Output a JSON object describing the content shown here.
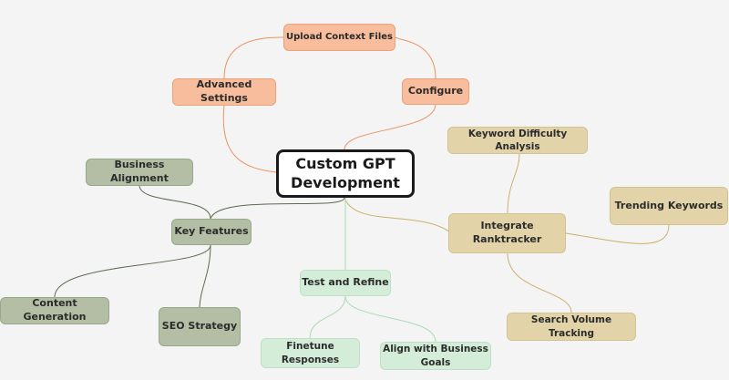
{
  "root": {
    "label": "Custom GPT\nDevelopment"
  },
  "nodes": {
    "upload_context": "Upload Context Files",
    "advanced_settings": "Advanced Settings",
    "configure": "Configure",
    "keyword_difficulty": "Keyword Difficulty Analysis",
    "trending_keywords": "Trending Keywords",
    "integrate_ranktracker": "Integrate Ranktracker",
    "search_volume": "Search Volume Tracking",
    "business_alignment": "Business Alignment",
    "key_features": "Key Features",
    "content_generation": "Content Generation",
    "seo_strategy": "SEO Strategy",
    "test_refine": "Test and Refine",
    "finetune": "Finetune\nResponses",
    "align_goals": "Align with Business\nGoals"
  },
  "colors": {
    "background": "#f4f4f4",
    "orange_branch": "#f7bd9c",
    "tan_branch": "#e2d4a8",
    "green_branch": "#b3bea5",
    "mint_branch": "#d3edd8",
    "orange_line": "#e9925f",
    "tan_line": "#c9b26a",
    "green_line": "#5b6b4f",
    "mint_line": "#a8dbb4"
  }
}
